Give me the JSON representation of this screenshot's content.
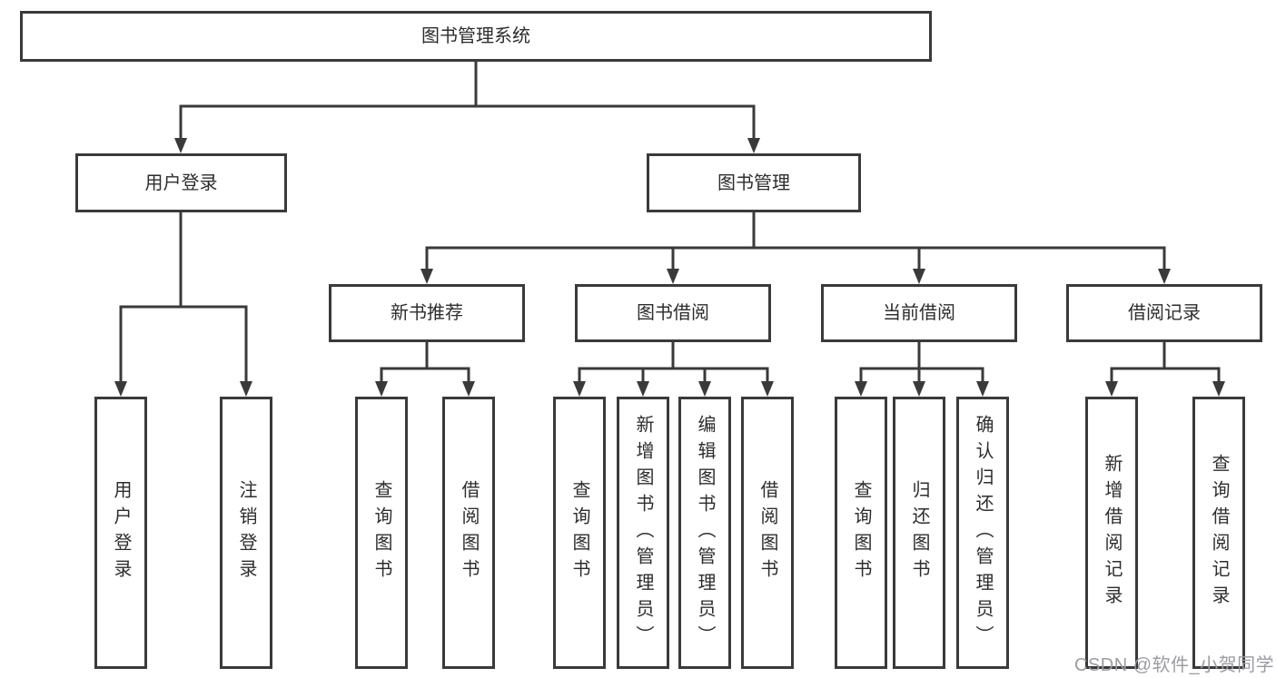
{
  "diagram_title": "图书管理系统",
  "watermark": "CSDN @软件_小贺同学",
  "colors": {
    "line": "#3a3a3a",
    "box_border": "#3a3a3a",
    "box_background": "#ffffff",
    "text": "#2d2d2d",
    "watermark_text": "#9c9ca1",
    "background": "#ffffff"
  },
  "tree": {
    "label": "图书管理系统",
    "children": [
      {
        "label": "用户登录",
        "children": [
          {
            "label": "用户登录"
          },
          {
            "label": "注销登录"
          }
        ]
      },
      {
        "label": "图书管理",
        "children": [
          {
            "label": "新书推荐",
            "children": [
              {
                "label": "查询图书"
              },
              {
                "label": "借阅图书"
              }
            ]
          },
          {
            "label": "图书借阅",
            "children": [
              {
                "label": "查询图书"
              },
              {
                "label": "新增图书（管理员）"
              },
              {
                "label": "编辑图书（管理员）"
              },
              {
                "label": "借阅图书"
              }
            ]
          },
          {
            "label": "当前借阅",
            "children": [
              {
                "label": "查询图书"
              },
              {
                "label": "归还图书"
              },
              {
                "label": "确认归还（管理员）"
              }
            ]
          },
          {
            "label": "借阅记录",
            "children": [
              {
                "label": "新增借阅记录"
              },
              {
                "label": "查询借阅记录"
              }
            ]
          }
        ]
      }
    ]
  }
}
